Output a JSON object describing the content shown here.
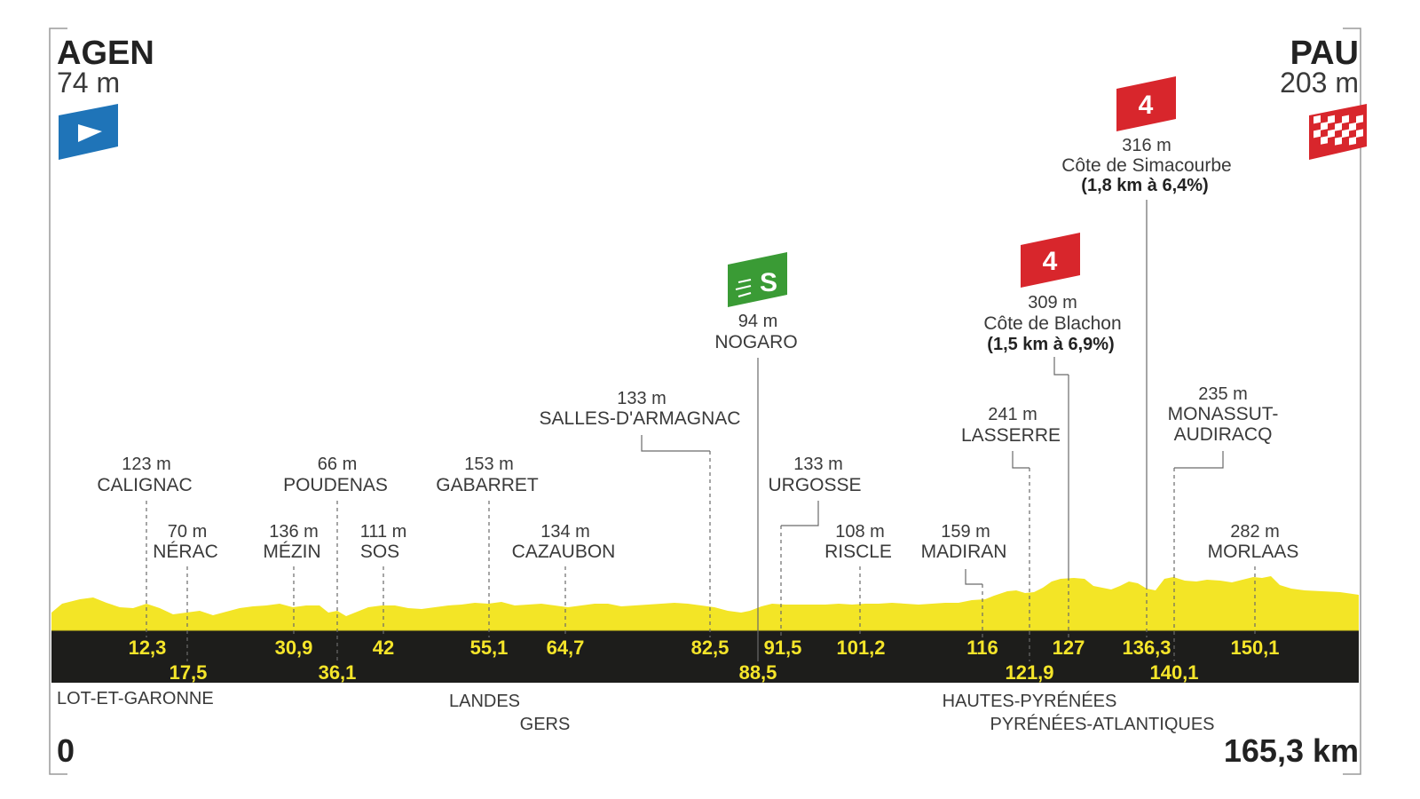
{
  "start": {
    "city": "AGEN",
    "altitude": "74 m"
  },
  "finish": {
    "city": "PAU",
    "altitude": "203 m"
  },
  "distance": {
    "start": "0",
    "end": "165,3 km"
  },
  "colors": {
    "profile": "#f3e526",
    "band": "#1d1d1b",
    "km_text": "#f5e52a",
    "start_flag": "#1f74b8",
    "finish_flag": "#d8262c",
    "climb_flag": "#d8262c",
    "sprint_flag": "#3a9b35"
  },
  "places": [
    {
      "alt": "123 m",
      "name": "CALIGNAC",
      "km": "12,3"
    },
    {
      "alt": "70 m",
      "name": "NÉRAC",
      "km": "17,5"
    },
    {
      "alt": "136 m",
      "name": "MÉZIN",
      "km": "30,9"
    },
    {
      "alt": "66 m",
      "name": "POUDENAS",
      "km": "36,1"
    },
    {
      "alt": "111 m",
      "name": "SOS",
      "km": "42"
    },
    {
      "alt": "153 m",
      "name": "GABARRET",
      "km": "55,1"
    },
    {
      "alt": "134 m",
      "name": "CAZAUBON",
      "km": "64,7"
    },
    {
      "alt": "133 m",
      "name": "SALLES-D'ARMAGNAC",
      "km": "82,5"
    },
    {
      "alt": "94 m",
      "name": "NOGARO",
      "km": "88,5"
    },
    {
      "alt": "133 m",
      "name": "URGOSSE",
      "km": "91,5"
    },
    {
      "alt": "108 m",
      "name": "RISCLE",
      "km": "101,2"
    },
    {
      "alt": "159 m",
      "name": "MADIRAN",
      "km": "116"
    },
    {
      "alt": "241 m",
      "name": "LASSERRE",
      "km": "121,9"
    },
    {
      "alt": "309 m",
      "name": "Côte de Blachon",
      "km": "127",
      "climb": "(1,5 km à 6,9%)",
      "category": "4"
    },
    {
      "alt": "316 m",
      "name": "Côte de Simacourbe",
      "km": "136,3",
      "climb": "(1,8 km à 6,4%)",
      "category": "4"
    },
    {
      "alt": "235 m",
      "name": "MONASSUT-",
      "name2": "AUDIRACQ",
      "km": "140,1"
    },
    {
      "alt": "282 m",
      "name": "MORLAAS",
      "km": "150,1"
    }
  ],
  "sprint": {
    "label": "S"
  },
  "regions": [
    "LOT-ET-GARONNE",
    "LANDES",
    "GERS",
    "HAUTES-PYRÉNÉES",
    "PYRÉNÉES-ATLANTIQUES"
  ],
  "icons": {
    "start": "start-flag-icon",
    "finish": "finish-flag-icon",
    "climb": "climb-category-flag-icon",
    "sprint": "sprint-flag-icon"
  }
}
